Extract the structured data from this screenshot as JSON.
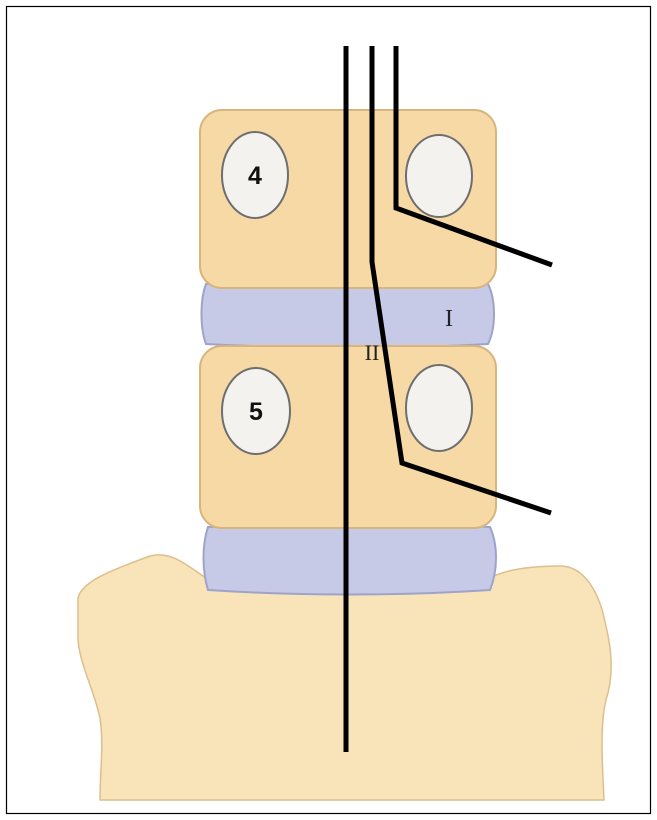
{
  "vertebrae": [
    {
      "label": "4"
    },
    {
      "label": "5"
    }
  ],
  "regions": [
    {
      "label": "I"
    },
    {
      "label": "II"
    }
  ],
  "colors": {
    "bone_fill": "#f7d9a6",
    "bone_stroke": "#d9b47c",
    "disc_fill": "#c5c9e6",
    "disc_stroke": "#9ea4c9",
    "oval_fill": "#f3f2ef",
    "oval_stroke": "#6e6e6e",
    "line": "#000000",
    "frame": "#000000"
  }
}
